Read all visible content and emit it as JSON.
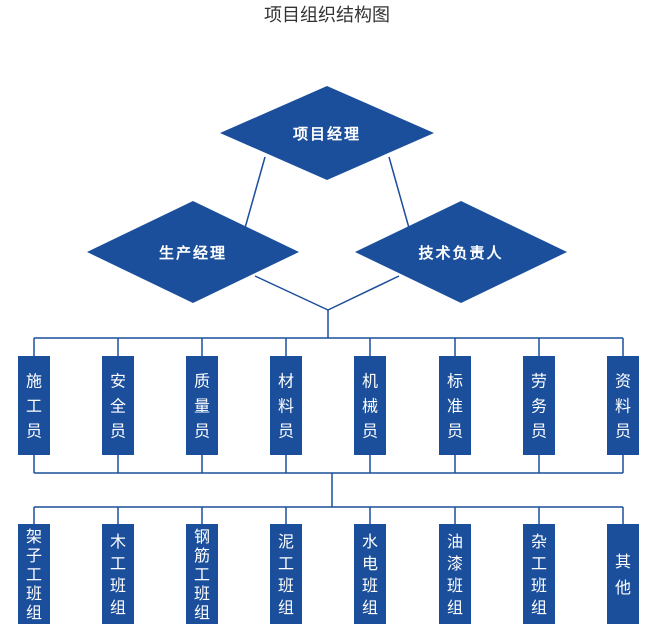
{
  "title": "项目组织结构图",
  "colors": {
    "fill": "#1b4f9c",
    "line": "#1b4f9c",
    "text": "#ffffff"
  },
  "top": {
    "label": "项目经理"
  },
  "second": [
    {
      "label": "生产经理"
    },
    {
      "label": "技术负责人"
    }
  ],
  "staff": [
    "施工员",
    "安全员",
    "质量员",
    "材料员",
    "机械员",
    "标准员",
    "劳务员",
    "资料员"
  ],
  "teams": [
    "架子工班组",
    "木工班组",
    "钢筋工班组",
    "泥工班组",
    "水电班组",
    "油漆班组",
    "杂工班组",
    "其他"
  ]
}
